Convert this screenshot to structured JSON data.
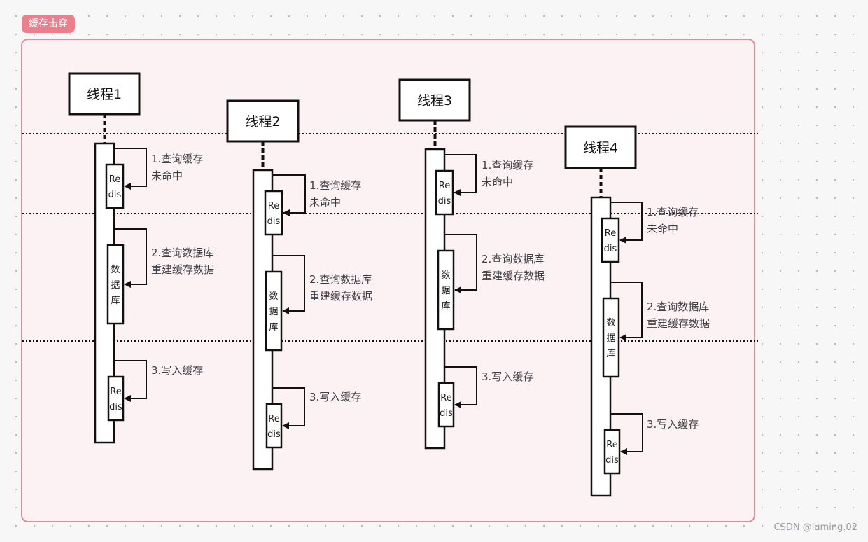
{
  "frame": {
    "tag": "缓存击穿"
  },
  "watermark": "CSDN @luming.02",
  "threads": [
    {
      "title": "线程1",
      "steps": [
        {
          "box": [
            "Re",
            "dis"
          ],
          "label": [
            "1.查询缓存",
            "未命中"
          ]
        },
        {
          "box": [
            "数",
            "据",
            "库"
          ],
          "label": [
            "2.查询数据库",
            "重建缓存数据"
          ]
        },
        {
          "box": [
            "Re",
            "dis"
          ],
          "label": [
            "3.写入缓存"
          ]
        }
      ]
    },
    {
      "title": "线程2",
      "steps": [
        {
          "box": [
            "Re",
            "dis"
          ],
          "label": [
            "1.查询缓存",
            "未命中"
          ]
        },
        {
          "box": [
            "数",
            "据",
            "库"
          ],
          "label": [
            "2.查询数据库",
            "重建缓存数据"
          ]
        },
        {
          "box": [
            "Re",
            "dis"
          ],
          "label": [
            "3.写入缓存"
          ]
        }
      ]
    },
    {
      "title": "线程3",
      "steps": [
        {
          "box": [
            "Re",
            "dis"
          ],
          "label": [
            "1.查询缓存",
            "未命中"
          ]
        },
        {
          "box": [
            "数",
            "据",
            "库"
          ],
          "label": [
            "2.查询数据库",
            "重建缓存数据"
          ]
        },
        {
          "box": [
            "Re",
            "dis"
          ],
          "label": [
            "3.写入缓存"
          ]
        }
      ]
    },
    {
      "title": "线程4",
      "steps": [
        {
          "box": [
            "Re",
            "dis"
          ],
          "label": [
            "1.查询缓存",
            "未命中"
          ]
        },
        {
          "box": [
            "数",
            "据",
            "库"
          ],
          "label": [
            "2.查询数据库",
            "重建缓存数据"
          ]
        },
        {
          "box": [
            "Re",
            "dis"
          ],
          "label": [
            "3.写入缓存"
          ]
        }
      ]
    }
  ],
  "colors": {
    "frame_border": "#ea8a96",
    "frame_fill": "#fdf2f3",
    "tag_fill": "#eb7f8d",
    "line": "#111111",
    "text": "#3f3f46"
  }
}
